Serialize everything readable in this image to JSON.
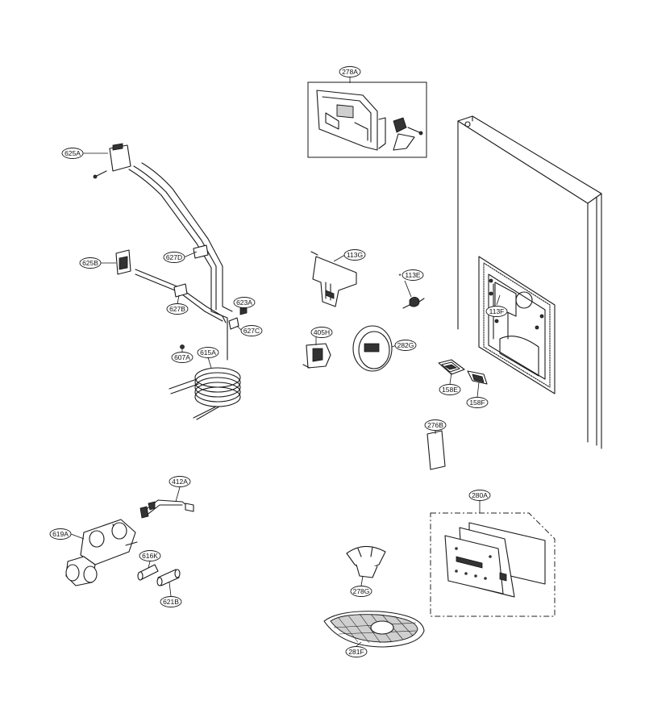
{
  "labels": {
    "l278A": "278A",
    "l625A": "625A",
    "l625B": "625B",
    "l627D": "627D",
    "l627B": "627B",
    "l623A": "623A",
    "l627C": "627C",
    "l607A": "607A",
    "l615A": "615A",
    "l113G": "113G",
    "l113E": "113E",
    "l405H": "405H",
    "l282G": "282G",
    "l113F": "113F",
    "l158E": "158E",
    "l158F": "158F",
    "l276B": "276B",
    "l280A": "280A",
    "l412A": "412A",
    "l619A": "619A",
    "l616K": "616K",
    "l621B": "621B",
    "l278G": "278G",
    "l281F": "281F"
  }
}
